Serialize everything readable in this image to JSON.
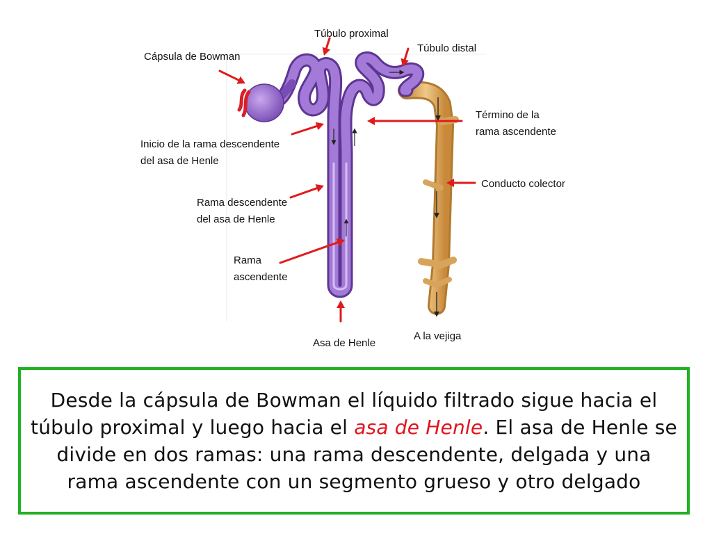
{
  "labels": {
    "tubulo_proximal": "Túbulo proximal",
    "tubulo_distal": "Túbulo distal",
    "capsula_bowman": "Cápsula de Bowman",
    "termino_rama": "Término de la\nrama ascendente",
    "inicio_rama": "Inicio de la rama descendente\n del asa de Henle",
    "conducto_colector": "Conducto colector",
    "rama_descendente": "Rama descendente\ndel asa de Henle",
    "rama_ascendente": "Rama\nascendente",
    "a_la_vejiga": "A la vejiga",
    "asa_de_henle": "Asa de Henle"
  },
  "paragraph": {
    "before": "Desde la cápsula de Bowman el líquido filtrado sigue hacia el túbulo proximal y luego hacia el ",
    "highlight": "asa de Henle",
    "after": ". El asa de Henle se divide en dos ramas: una rama descendente, delgada y una rama ascendente con un segmento grueso y otro delgado"
  },
  "colors": {
    "arrow": "#e01b1b",
    "tubule": "#9b6fd0",
    "tubule_dark": "#6b3fa0",
    "collector": "#e2b26a",
    "collector_dark": "#b07a2e",
    "frame": "#22b022",
    "highlight": "#e0141e"
  }
}
